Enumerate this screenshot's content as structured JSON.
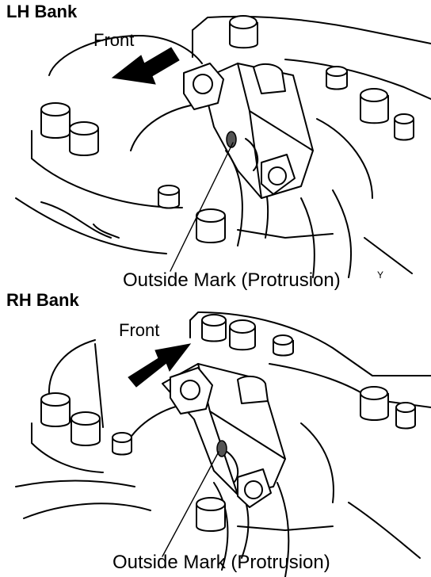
{
  "lh_bank": {
    "title": "LH Bank",
    "front_label": "Front",
    "mark_label": "Outside Mark (Protrusion)",
    "corner_glyph": "Y"
  },
  "rh_bank": {
    "title": "RH Bank",
    "front_label": "Front",
    "mark_label": "Outside Mark (Protrusion)"
  },
  "colors": {
    "ink": "#000000",
    "paper": "#ffffff"
  }
}
